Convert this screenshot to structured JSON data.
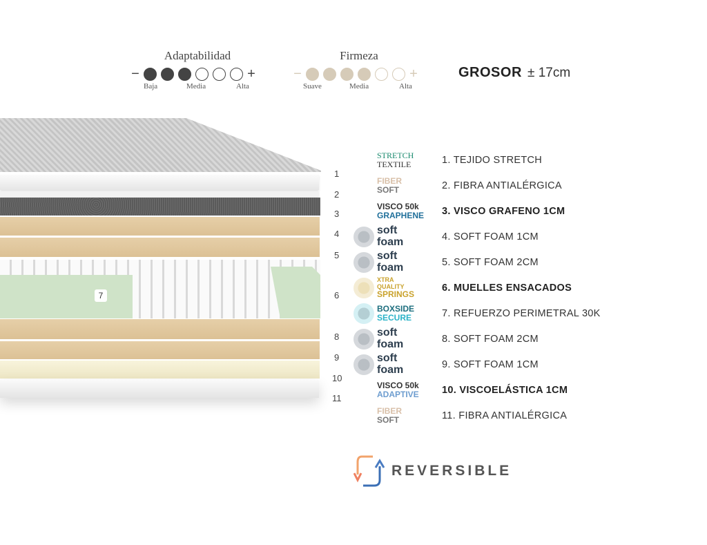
{
  "ratings": {
    "adaptability": {
      "title": "Adaptabilidad",
      "value": 3,
      "max": 6,
      "scale": [
        "Baja",
        "Media",
        "Alta"
      ],
      "minus": "−",
      "plus": "+",
      "color": "#444444"
    },
    "firmness": {
      "title": "Firmeza",
      "value": 4,
      "max": 6,
      "scale": [
        "Suave",
        "Media",
        "Alta"
      ],
      "minus": "−",
      "plus": "+",
      "color": "#d6cbb8"
    },
    "thickness": {
      "label": "GROSOR",
      "value": "± 17cm"
    }
  },
  "layer_numbers": [
    "1",
    "2",
    "3",
    "4",
    "5",
    "6",
    "7",
    "8",
    "9",
    "10",
    "11"
  ],
  "layers": [
    {
      "logo": "STRETCH TEXTILE",
      "logo_lines": [
        "STRETCH",
        "TEXTILE"
      ],
      "label": "1. TEJIDO STRETCH",
      "bold": false
    },
    {
      "logo": "FIBERSOFT",
      "logo_lines": [
        "FIBER",
        "SOFT"
      ],
      "label": "2. FIBRA ANTIALÉRGICA",
      "bold": false
    },
    {
      "logo": "VISCO 50k GRAPHENE",
      "logo_lines": [
        "VISCO 50k",
        "GRAPHENE"
      ],
      "label": "3. VISCO GRAFENO 1CM",
      "bold": true
    },
    {
      "logo": "soft foam",
      "logo_lines": [
        "soft",
        "foam"
      ],
      "label": "4. SOFT FOAM 1CM",
      "bold": false
    },
    {
      "logo": "soft foam",
      "logo_lines": [
        "soft",
        "foam"
      ],
      "label": "5. SOFT FOAM 2CM",
      "bold": false
    },
    {
      "logo": "XTRA QUALITY SPRINGS",
      "logo_lines": [
        "XTRA QUALITY",
        "SPRINGS"
      ],
      "label": "6. MUELLES ENSACADOS",
      "bold": true
    },
    {
      "logo": "BOXSIDE SECURE",
      "logo_lines": [
        "BOXSIDE",
        "SECURE"
      ],
      "label": "7. REFUERZO PERIMETRAL 30K",
      "bold": false
    },
    {
      "logo": "soft foam",
      "logo_lines": [
        "soft",
        "foam"
      ],
      "label": "8. SOFT FOAM 2CM",
      "bold": false
    },
    {
      "logo": "soft foam",
      "logo_lines": [
        "soft",
        "foam"
      ],
      "label": "9. SOFT FOAM 1CM",
      "bold": false
    },
    {
      "logo": "VISCO 50k ADAPTIVE",
      "logo_lines": [
        "VISCO 50k",
        "ADAPTIVE"
      ],
      "label": "10. VISCOELÁSTICA 1CM",
      "bold": true
    },
    {
      "logo": "FIBERSOFT",
      "logo_lines": [
        "FIBER",
        "SOFT"
      ],
      "label": "11. FIBRA ANTIALÉRGICA",
      "bold": false
    }
  ],
  "reversible": "REVERSIBLE"
}
